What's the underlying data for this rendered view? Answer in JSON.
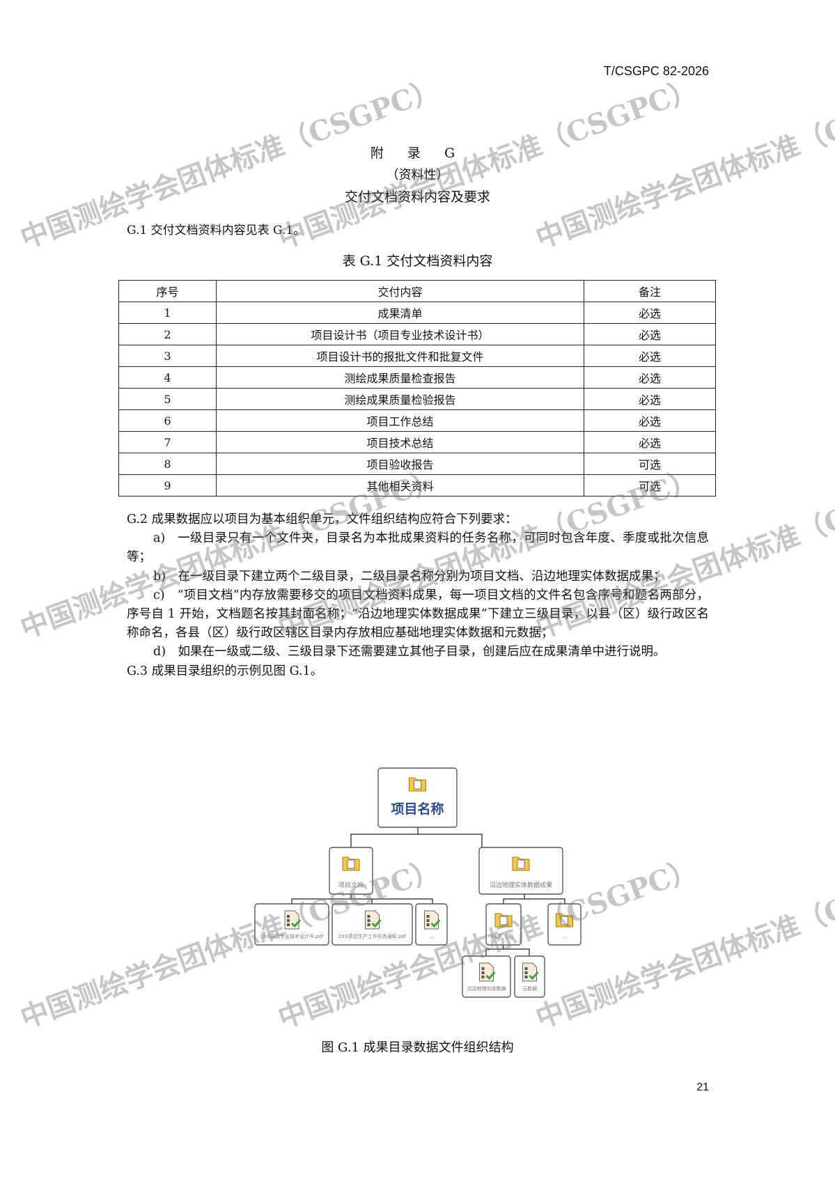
{
  "header": {
    "standard_no": "T/CSGPC 82-2026"
  },
  "title": {
    "appendix": "附 录 G",
    "nature": "（资料性）",
    "heading": "交付文档资料内容及要求"
  },
  "g1": "G.1 交付文档资料内容见表 G.1。",
  "table": {
    "caption": "表 G.1 交付文档资料内容",
    "headers": [
      "序号",
      "交付内容",
      "备注"
    ],
    "rows": [
      [
        "1",
        "成果清单",
        "必选"
      ],
      [
        "2",
        "项目设计书（项目专业技术设计书）",
        "必选"
      ],
      [
        "3",
        "项目设计书的报批文件和批复文件",
        "必选"
      ],
      [
        "4",
        "测绘成果质量检查报告",
        "必选"
      ],
      [
        "5",
        "测绘成果质量检验报告",
        "必选"
      ],
      [
        "6",
        "项目工作总结",
        "必选"
      ],
      [
        "7",
        "项目技术总结",
        "必选"
      ],
      [
        "8",
        "项目验收报告",
        "可选"
      ],
      [
        "9",
        "其他相关资料",
        "可选"
      ]
    ]
  },
  "body": {
    "g2": "G.2 成果数据应以项目为基本组织单元，文件组织结构应符合下列要求：",
    "a": "a)　一级目录只有一个文件夹，目录名为本批成果资料的任务名称，可同时包含年度、季度或批次信息等；",
    "b": "b)　在一级目录下建立两个二级目录，二级目录名称分别为项目文档、沿边地理实体数据成果；",
    "c": "c)　“项目文档”内存放需要移交的项目文档资料成果，每一项目文档的文件名包含序号和题名两部分，序号自 1 开始，文档题名按其封面名称；“沿边地理实体数据成果”下建立三级目录，以县（区）级行政区名称命名，各县（区）级行政区辖区目录内存放相应基础地理实体数据和元数据；",
    "d": "d)　如果在一级或二级、三级目录下还需要建立其他子目录，创建后应在成果清单中进行说明。",
    "g3": "G.3 成果目录组织的示例见图 G.1。"
  },
  "diagram": {
    "root": "项目名称",
    "docs": "项目文档",
    "data": "沿边地理实体数据成果",
    "doc_files": [
      "1XX项目专业技术设计书.pdf",
      "2XX项目生产工作任务通知.pdf",
      "..."
    ],
    "counties": [
      "XX县（区）",
      "..."
    ],
    "county_files": [
      "沿边地理实体数据",
      "元数据"
    ],
    "colors": {
      "folder": "#f2c94c",
      "title": "#2b4a8a",
      "check": "#4a9a4a"
    }
  },
  "figure_caption": "图 G.1 成果目录数据文件组织结构",
  "page_number": "21",
  "watermark": "中国测绘学会团体标准（CSGPC）"
}
